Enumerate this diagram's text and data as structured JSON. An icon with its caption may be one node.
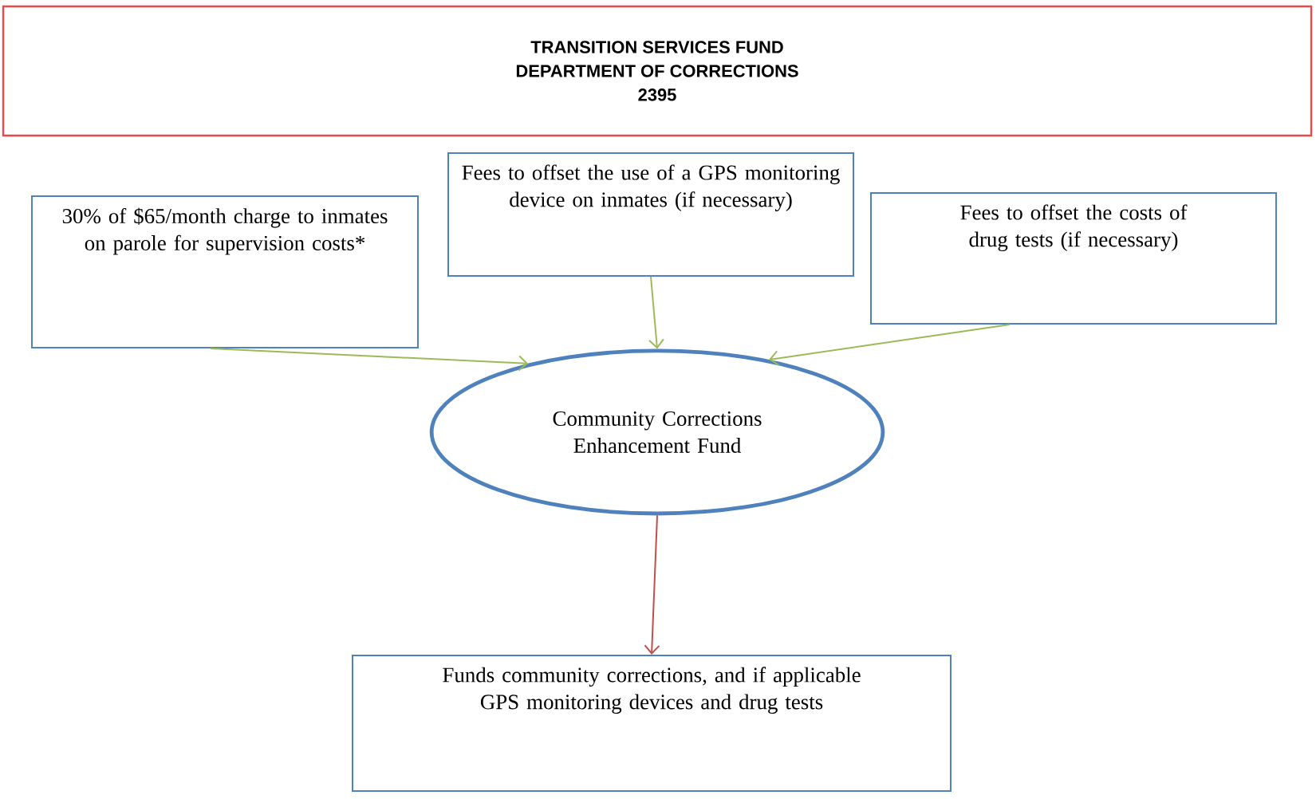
{
  "diagram": {
    "nodes": [
      {
        "text": [
          "TRANSITION SERVICES FUND",
          "DEPARTMENT OF CORRECTIONS",
          "2395"
        ]
      },
      {
        "text": [
          "30% of $65/month charge to inmates on parole for supervision costs*"
        ]
      },
      {
        "text": [
          "Fees to offset the use of a GPS monitoring device on inmates (if necessary)"
        ]
      },
      {
        "text": [
          "Fees to offset the costs of drug tests (if necessary)"
        ]
      },
      {
        "text": [
          "Community Corrections Enhancement Fund"
        ]
      },
      {
        "text": [
          "Funds community corrections, and if applicable GPS monitoring devices and drug tests"
        ]
      }
    ],
    "edges": [
      {
        "from": 1,
        "to": 4,
        "arrow": "to"
      },
      {
        "from": 2,
        "to": 4,
        "arrow": "to"
      },
      {
        "from": 3,
        "to": 4,
        "arrow": "to"
      },
      {
        "from": 4,
        "to": 5,
        "arrow": "to",
        "color": "#c0504d"
      }
    ]
  }
}
